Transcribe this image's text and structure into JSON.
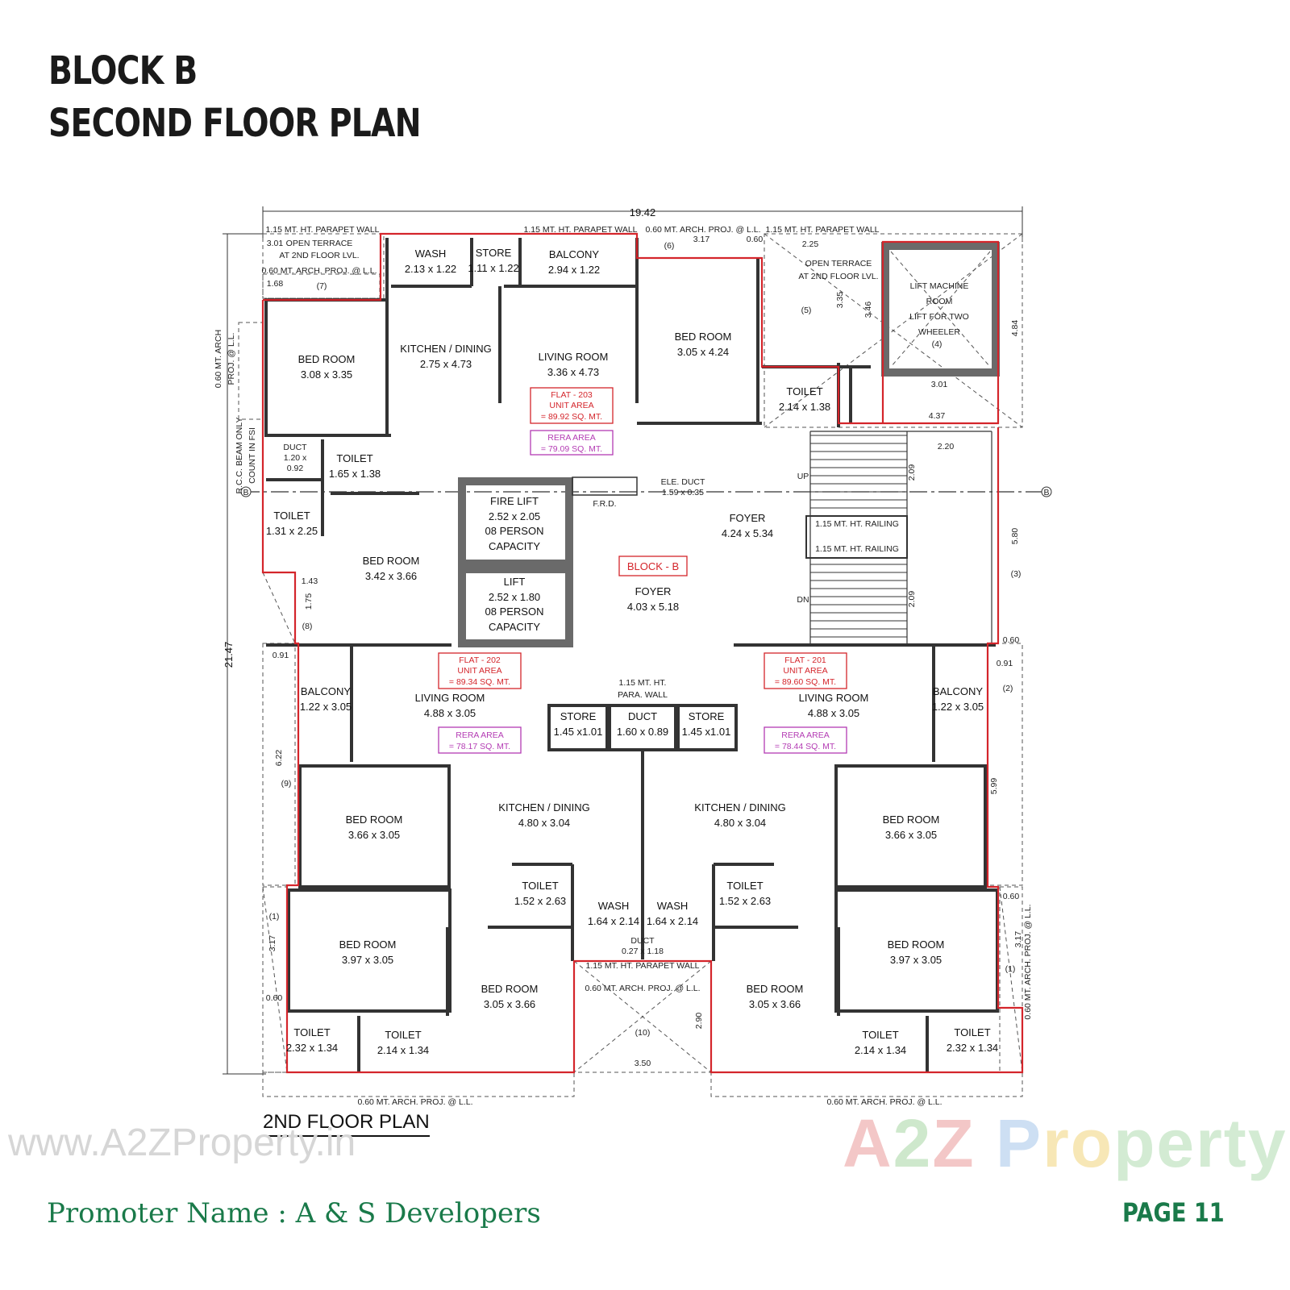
{
  "header": {
    "title_line1": "BLOCK B",
    "title_line2": "SECOND FLOOR PLAN"
  },
  "plan": {
    "caption": "2ND FLOOR PLAN",
    "overall_width": "19.42",
    "overall_depth": "21.47",
    "block_label": "BLOCK - B",
    "flats": [
      {
        "name": "FLAT - 203",
        "unit_area_label": "UNIT AREA",
        "unit_area": "= 89.92 SQ. MT.",
        "rera_label": "RERA AREA",
        "rera_area": "= 79.09 SQ. MT."
      },
      {
        "name": "FLAT - 202",
        "unit_area_label": "UNIT AREA",
        "unit_area": "= 89.34 SQ. MT.",
        "rera_label": "RERA AREA",
        "rera_area": "= 78.17 SQ. MT."
      },
      {
        "name": "FLAT - 201",
        "unit_area_label": "UNIT AREA",
        "unit_area": "= 89.60 SQ. MT.",
        "rera_label": "RERA AREA",
        "rera_area": "= 78.44 SQ. MT."
      }
    ],
    "rooms": [
      {
        "name": "BED ROOM",
        "size": "3.08 x 3.35"
      },
      {
        "name": "KITCHEN / DINING",
        "size": "2.75 x 4.73"
      },
      {
        "name": "LIVING ROOM",
        "size": "3.36 x 4.73"
      },
      {
        "name": "BED ROOM",
        "size": "3.05 x 4.24"
      },
      {
        "name": "WASH",
        "size": "2.13 x 1.22"
      },
      {
        "name": "STORE",
        "size": "1.11 x 1.22"
      },
      {
        "name": "BALCONY",
        "size": "2.94 x 1.22"
      },
      {
        "name": "TOILET",
        "size": "2.14 x 1.38"
      },
      {
        "name": "TOILET",
        "size": "1.65 x 1.38"
      },
      {
        "name": "TOILET",
        "size": "1.31 x 2.25"
      },
      {
        "name": "BED ROOM",
        "size": "3.42 x 3.66"
      },
      {
        "name": "FIRE LIFT",
        "size": "2.52 x 2.05"
      },
      {
        "name": "LIFT",
        "size": "2.52 x 1.80"
      },
      {
        "name": "FOYER",
        "size": "4.24 x 5.34"
      },
      {
        "name": "FOYER",
        "size": "4.03 x 5.18"
      },
      {
        "name": "LIVING ROOM",
        "size": "4.88 x 3.05"
      },
      {
        "name": "LIVING ROOM",
        "size": "4.88 x 3.05"
      },
      {
        "name": "BALCONY",
        "size": "1.22 x 3.05"
      },
      {
        "name": "BALCONY",
        "size": "1.22 x 3.05"
      },
      {
        "name": "STORE",
        "size": "1.45 x1.01"
      },
      {
        "name": "DUCT",
        "size": "1.60 x 0.89"
      },
      {
        "name": "STORE",
        "size": "1.45 x1.01"
      },
      {
        "name": "KITCHEN / DINING",
        "size": "4.80 x 3.04"
      },
      {
        "name": "KITCHEN / DINING",
        "size": "4.80 x 3.04"
      },
      {
        "name": "BED ROOM",
        "size": "3.66 x 3.05"
      },
      {
        "name": "BED ROOM",
        "size": "3.66 x 3.05"
      },
      {
        "name": "BED ROOM",
        "size": "3.97 x 3.05"
      },
      {
        "name": "BED ROOM",
        "size": "3.97 x 3.05"
      },
      {
        "name": "BED ROOM",
        "size": "3.05 x 3.66"
      },
      {
        "name": "BED ROOM",
        "size": "3.05 x 3.66"
      },
      {
        "name": "TOILET",
        "size": "1.52 x 2.63"
      },
      {
        "name": "TOILET",
        "size": "1.52 x 2.63"
      },
      {
        "name": "WASH",
        "size": "1.64 x 2.14"
      },
      {
        "name": "WASH",
        "size": "1.64 x 2.14"
      },
      {
        "name": "TOILET",
        "size": "2.32 x 1.34"
      },
      {
        "name": "TOILET",
        "size": "2.14 x 1.34"
      },
      {
        "name": "TOILET",
        "size": "2.14 x 1.34"
      },
      {
        "name": "TOILET",
        "size": "2.32 x 1.34"
      }
    ],
    "notes": {
      "parapet_top_left": "1.15 MT. HT. PARAPET WALL",
      "parapet_top_mid": "1.15 MT. HT. PARAPET WALL",
      "parapet_top_right": "1.15 MT. HT. PARAPET WALL",
      "arch_proj_top": "0.60 MT. ARCH. PROJ. @ L.L.",
      "open_terrace_left_1": "OPEN TERRACE",
      "open_terrace_left_2": "AT 2ND FLOOR LVL.",
      "open_terrace_right_1": "OPEN TERRACE",
      "open_terrace_right_2": "AT 2ND FLOOR LVL.",
      "lift_machine_1": "LIFT MACHINE",
      "lift_machine_2": "ROOM",
      "lift_machine_3": "LIFT FOR TWO",
      "lift_machine_4": "WHEELER",
      "lift_machine_num": "(4)",
      "lift_capacity_1": "08 PERSON",
      "lift_capacity_2": "CAPACITY",
      "ele_duct": "ELE. DUCT",
      "ele_duct_size": "1.59 x 0.35",
      "duct_left": "DUCT",
      "duct_left_size": "1.20 x",
      "duct_left_size2": "0.92",
      "duct_bottom": "DUCT",
      "duct_bottom_size": "0.27 x 1.18",
      "railing_1": "1.15 MT. HT. RAILING",
      "railing_2": "1.15 MT. HT. RAILING",
      "para_wall_1": "1.15 MT. HT.",
      "para_wall_2": "PARA. WALL",
      "parapet_bottom": "1.15 MT. HT. PARAPET WALL",
      "arch_proj_bottom_mid": "0.60 MT. ARCH. PROJ. @ L.L.",
      "arch_proj_bottom_left": "0.60 MT. ARCH. PROJ. @ L.L.",
      "arch_proj_bottom_right": "0.60 MT. ARCH. PROJ. @ L.L.",
      "arch_proj_bottom_right2": "0.60 MT. ARCH. PROJ. @ L.L.",
      "up": "UP",
      "dn": "DN",
      "frd": "F.R.D.",
      "rcc_beam": "R.C.C. BEAM ONLY",
      "rcc_beam2": "COUNT IN FSI",
      "arch_left_1": "0.60 MT. ARCH",
      "arch_left_2": "PROJ. @ L.L."
    },
    "dims": {
      "d_301": "3.01",
      "d_168": "1.68",
      "d_317": "3.17",
      "d_060": "0.60",
      "d_225": "2.25",
      "d_335": "3.35",
      "d_346": "3.46",
      "d_484": "4.84",
      "d_301b": "3.01",
      "d_437": "4.37",
      "d_220": "2.20",
      "d_209a": "2.09",
      "d_209b": "2.09",
      "d_580": "5.80",
      "d_060b": "0.60",
      "d_091": "0.91",
      "d_599": "5.99",
      "d_060c": "0.60",
      "d_317b": "3.17",
      "d_290": "2.90",
      "d_350": "3.50",
      "d_091b": "0.91",
      "d_143": "1.43",
      "d_175": "1.75",
      "d_622": "6.22",
      "d_317c": "3.17",
      "d_060d": "0.60"
    },
    "markers": {
      "m1": "(1)",
      "m2": "(2)",
      "m3": "(3)",
      "m5": "(5)",
      "m6": "(6)",
      "m7": "(7)",
      "m8": "(8)",
      "m9": "(9)",
      "m10": "(10)",
      "m1b": "(1)",
      "grid_b": "B"
    }
  },
  "watermark": {
    "site": "www.A2ZProperty.in",
    "logo_a": "A",
    "logo_2": "2",
    "logo_z": "Z",
    "logo_p": "P",
    "logo_r": "ro",
    "logo_rest": "perty"
  },
  "footer": {
    "promoter": "Promoter Name : A & S Developers",
    "page": "PAGE 11"
  },
  "colors": {
    "unit_boundary": "#d4252b",
    "rera": "#b43cb4",
    "footer_green": "#1a7a4a"
  }
}
